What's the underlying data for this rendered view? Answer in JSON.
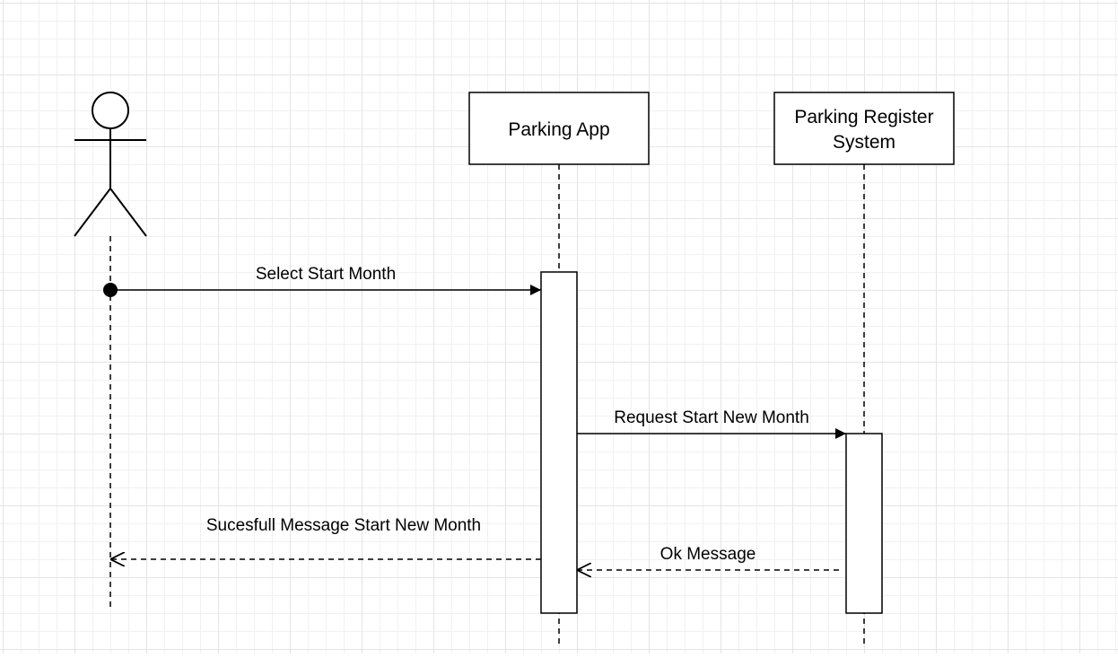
{
  "diagram": {
    "type": "sequence",
    "participants": [
      {
        "id": "actor",
        "kind": "actor",
        "label": ""
      },
      {
        "id": "app",
        "kind": "box",
        "label_lines": [
          "Parking App"
        ]
      },
      {
        "id": "register",
        "kind": "box",
        "label_lines": [
          "Parking Register",
          "System"
        ]
      }
    ],
    "messages": [
      {
        "from": "actor",
        "to": "app",
        "label": "Select Start Month",
        "style": "solid",
        "head": "filled"
      },
      {
        "from": "app",
        "to": "register",
        "label": "Request Start New Month",
        "style": "solid",
        "head": "filled"
      },
      {
        "from": "register",
        "to": "app",
        "label": "Ok Message",
        "style": "dashed",
        "head": "open"
      },
      {
        "from": "app",
        "to": "actor",
        "label": "Sucesfull Message Start New Month",
        "style": "dashed",
        "head": "open"
      }
    ]
  },
  "colors": {
    "stroke": "#000000",
    "fill": "#ffffff",
    "grid_major": "#e4e4e4",
    "grid_minor": "#f1f1f1"
  }
}
